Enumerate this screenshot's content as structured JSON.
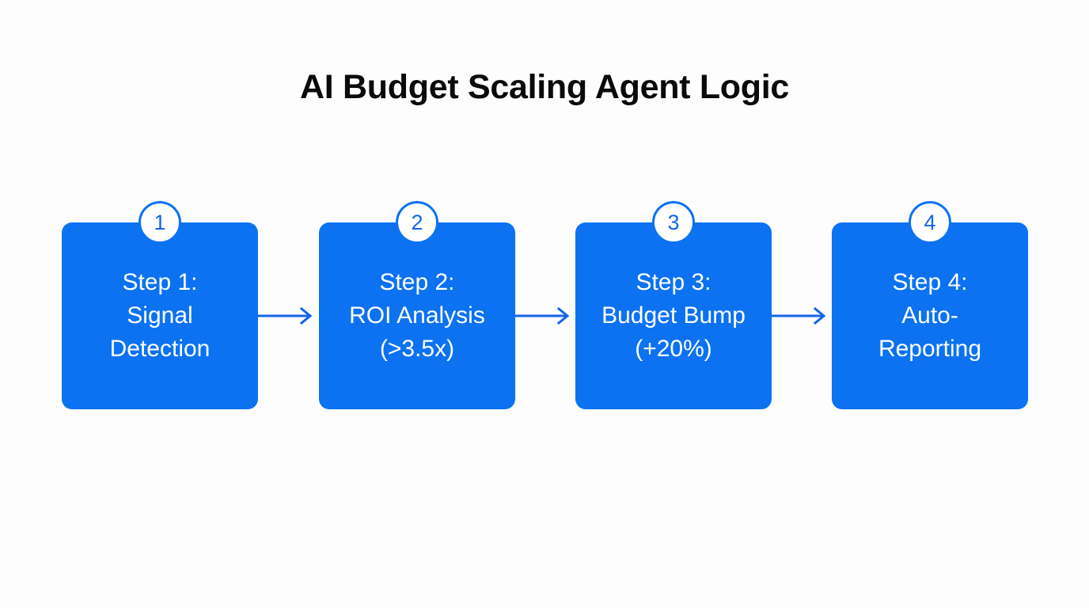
{
  "title": "AI Budget Scaling Agent Logic",
  "colors": {
    "background": "#fdfdfd",
    "node_fill": "#0c72f2",
    "node_text": "#ffffff",
    "badge_fill": "#ffffff",
    "badge_border": "#0c72f2",
    "badge_text": "#1565e8",
    "arrow": "#1565e8",
    "title_text": "#0a0a0a"
  },
  "flow": {
    "steps": [
      {
        "badge": "1",
        "label": "Step 1:\nSignal\nDetection"
      },
      {
        "badge": "2",
        "label": "Step 2:\nROI Analysis\n(>3.5x)"
      },
      {
        "badge": "3",
        "label": "Step 3:\nBudget Bump\n(+20%)"
      },
      {
        "badge": "4",
        "label": "Step 4:\nAuto-\nReporting"
      }
    ],
    "connectors": [
      {
        "name": "arrow-step1-to-step2"
      },
      {
        "name": "arrow-step2-to-step3"
      },
      {
        "name": "arrow-step3-to-step4"
      }
    ]
  }
}
